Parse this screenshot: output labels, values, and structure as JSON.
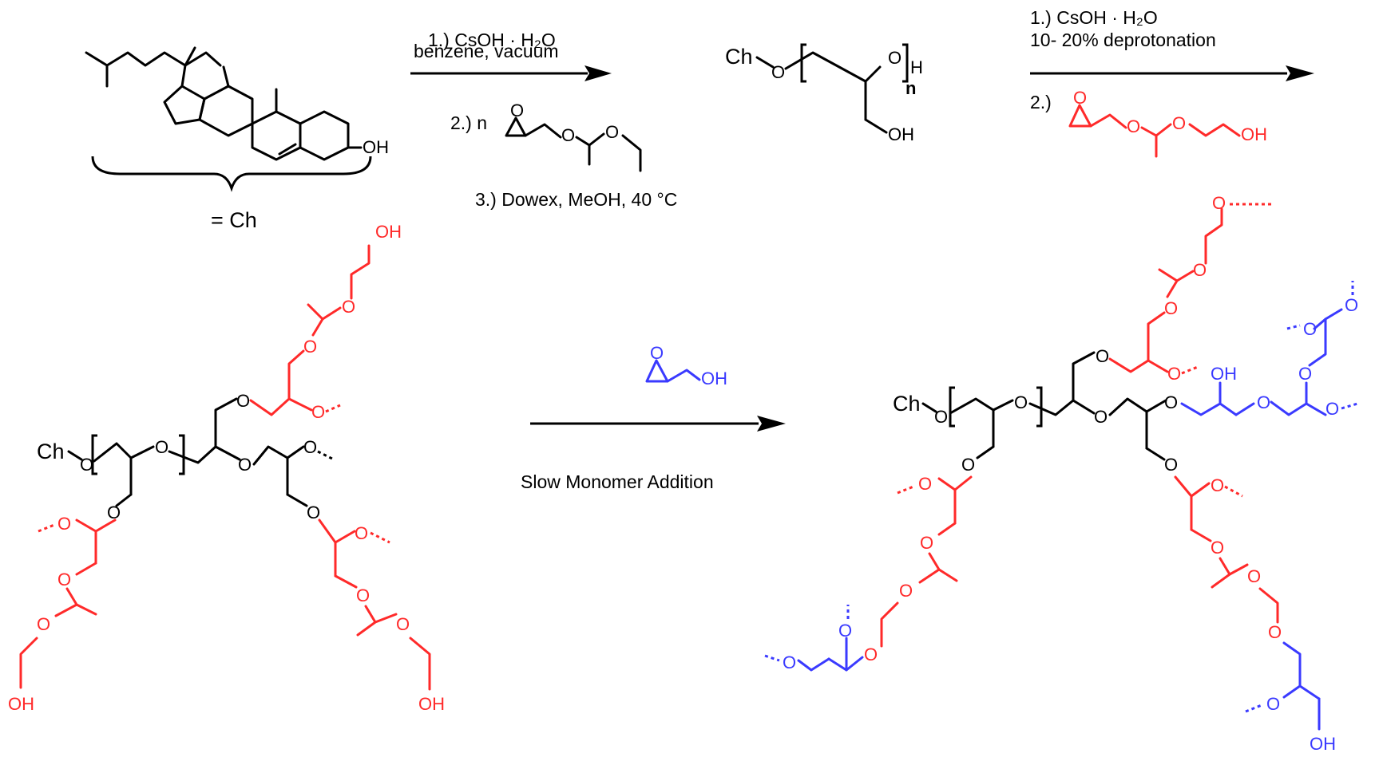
{
  "colors": {
    "original_chain": "#000000",
    "ethoxy_ethyl_glycidyl_branch": "#ff2a2a",
    "glycidol_branch": "#3a3aff",
    "background": "#ffffff"
  },
  "cholesterol": {
    "hydroxyl_label": "OH",
    "abbreviation_label": "= Ch"
  },
  "step1": {
    "line1": "1.) CsOH · H₂O",
    "line2": "benzene, vacuum",
    "line3_prefix": "2.) n",
    "line4": "3.) Dowex, MeOH, 40 °C"
  },
  "step2": {
    "line1": "1.) CsOH · H₂O",
    "line2": "10- 20% deprotonation",
    "line3_prefix": "2.)"
  },
  "step3": {
    "label": "Slow Monomer Addition"
  },
  "polymer": {
    "core_label": "Ch",
    "repeat_subscript": "n",
    "end_group": "H",
    "oxygen": "O",
    "hydroxyl": "OH"
  }
}
